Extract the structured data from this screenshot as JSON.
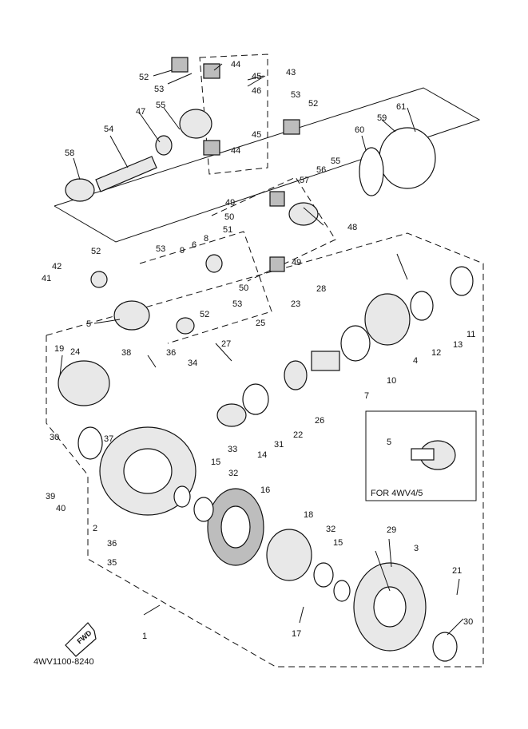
{
  "diagram_code": "4WV1100-8240",
  "fwd_label": "FWD",
  "inset_caption": "FOR 4WV4/5",
  "inset_part": "5",
  "labels": [
    "1",
    "2",
    "3",
    "4",
    "5",
    "6",
    "7",
    "8",
    "9",
    "10",
    "11",
    "12",
    "13",
    "14",
    "15",
    "15",
    "16",
    "17",
    "18",
    "19",
    "21",
    "22",
    "23",
    "24",
    "25",
    "26",
    "27",
    "28",
    "29",
    "30",
    "30",
    "31",
    "32",
    "32",
    "33",
    "34",
    "35",
    "36",
    "36",
    "37",
    "38",
    "39",
    "40",
    "41",
    "42",
    "43",
    "44",
    "44",
    "45",
    "45",
    "46",
    "47",
    "48",
    "49",
    "49",
    "50",
    "50",
    "51",
    "52",
    "52",
    "52",
    "52",
    "53",
    "53",
    "53",
    "53",
    "54",
    "55",
    "55",
    "56",
    "57",
    "58",
    "59",
    "60",
    "61"
  ]
}
